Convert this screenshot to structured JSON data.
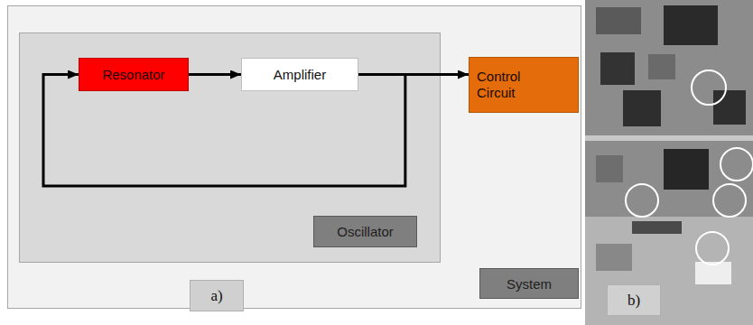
{
  "diagram": {
    "nodes": [
      {
        "text": [
          "System"
        ]
      },
      {
        "text": [
          "Oscillator"
        ],
        "in": 0
      },
      {
        "text": [
          "Resonator"
        ],
        "in": 1
      },
      {
        "text": [
          "Amplifier"
        ],
        "in": 1
      },
      {
        "text": [
          "Control Circuit"
        ],
        "in": 0
      }
    ],
    "edges": [
      {
        "from": 2,
        "to": 3,
        "arrow": "to"
      },
      {
        "from": 3,
        "to": 4,
        "arrow": "to"
      },
      {
        "from": 3,
        "to": 2,
        "arrow": "to"
      }
    ],
    "labels": [
      "a)",
      "b)"
    ]
  }
}
